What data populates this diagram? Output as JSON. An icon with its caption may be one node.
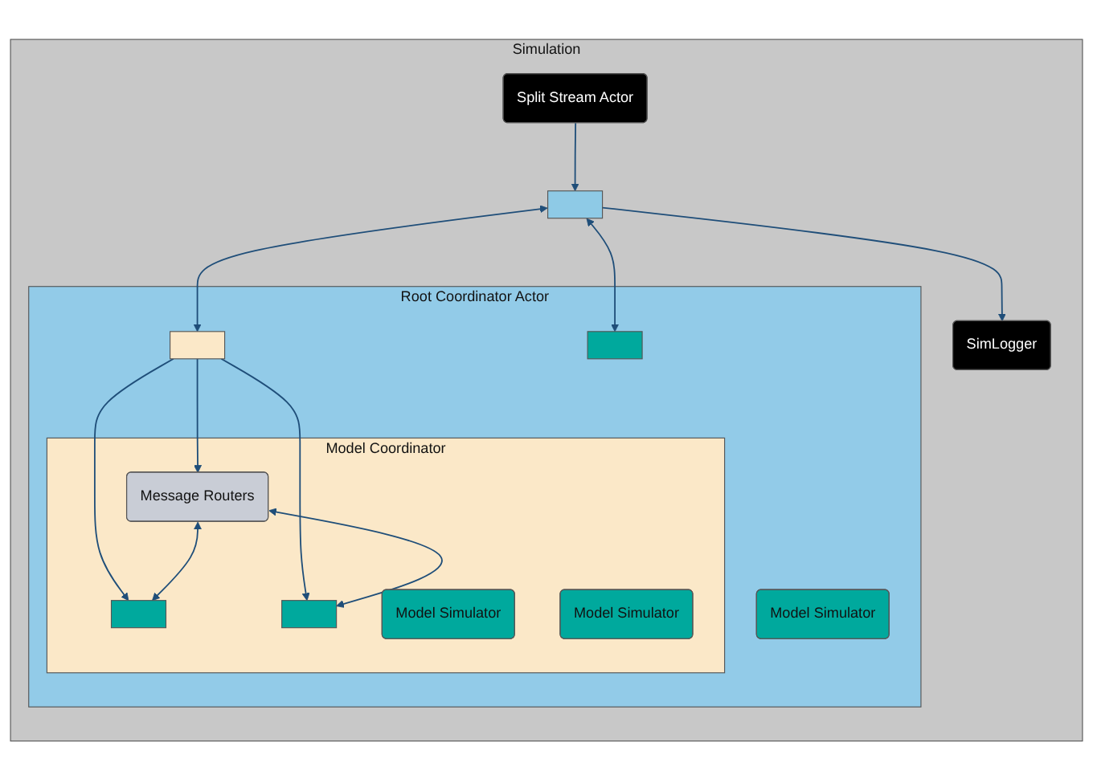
{
  "diagram": {
    "nodes": [
      {
        "text": [
          "Simulation"
        ]
      },
      {
        "text": [
          "Split Stream Actor"
        ],
        "in": 0
      },
      {
        "text": [
          "SimLogger"
        ],
        "in": 0
      },
      {
        "text": [],
        "shape": "box",
        "in": 0
      },
      {
        "text": [
          "Root Coordinator Actor"
        ],
        "in": 0
      },
      {
        "text": [],
        "shape": "box",
        "in": 4
      },
      {
        "text": [],
        "shape": "box",
        "in": 4
      },
      {
        "text": [
          "Model Coordinator"
        ],
        "in": 4
      },
      {
        "text": [
          "Message Routers"
        ],
        "in": 7
      },
      {
        "text": [],
        "shape": "box",
        "in": 7
      },
      {
        "text": [],
        "shape": "box",
        "in": 7
      },
      {
        "text": [
          "Model Simulator"
        ],
        "in": 7
      },
      {
        "text": [
          "Model Simulator"
        ],
        "in": 7
      },
      {
        "text": [
          "Model Simulator"
        ],
        "in": 4
      }
    ],
    "edges": [
      {
        "from": 1,
        "to": 3,
        "arrow": "to"
      },
      {
        "from": 3,
        "to": 2,
        "arrow": "to"
      },
      {
        "from": 3,
        "to": 5,
        "arrow": "both"
      },
      {
        "from": 3,
        "to": 6,
        "arrow": "both"
      },
      {
        "from": 5,
        "to": 8,
        "arrow": "to"
      },
      {
        "from": 5,
        "to": 9,
        "arrow": "to"
      },
      {
        "from": 5,
        "to": 10,
        "arrow": "to"
      },
      {
        "from": 8,
        "to": 9,
        "arrow": "both"
      },
      {
        "from": 8,
        "to": 10,
        "arrow": "both"
      }
    ]
  }
}
